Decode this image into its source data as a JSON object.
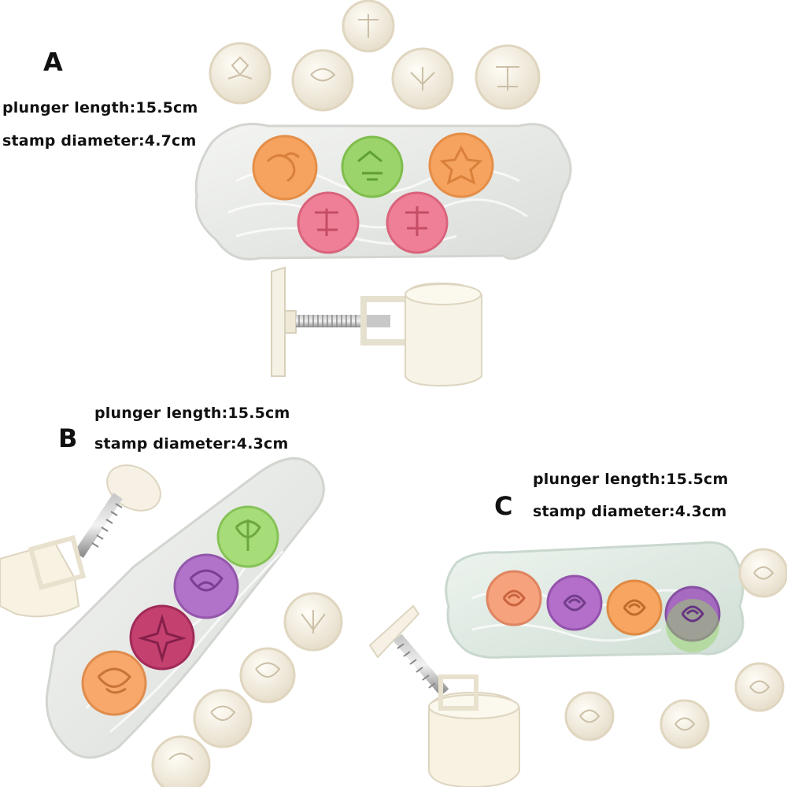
{
  "sections": [
    {
      "letter": "A",
      "plunger": "plunger length:15.5cm",
      "stamp": "stamp diameter:4.7cm",
      "stamp_colors": [
        "#f6a35f",
        "#9bd46a",
        "#f6a35f",
        "#ef7f96",
        "#ef7f96"
      ]
    },
    {
      "letter": "B",
      "plunger": "plunger length:15.5cm",
      "stamp": "stamp diameter:4.3cm",
      "stamp_colors": [
        "#a6dd78",
        "#b173c9",
        "#c4406f",
        "#f7a86a"
      ]
    },
    {
      "letter": "C",
      "plunger": "plunger length:15.5cm",
      "stamp": "stamp diameter:4.3cm",
      "stamp_colors": [
        "#f6a27c",
        "#b36fc9",
        "#f7a560",
        "#a66ac0"
      ]
    }
  ],
  "colors": {
    "tray": "#e9ecea",
    "tray_c": "#dfe9e3",
    "mold_white": "#f6f1e4",
    "text": "#111111"
  }
}
